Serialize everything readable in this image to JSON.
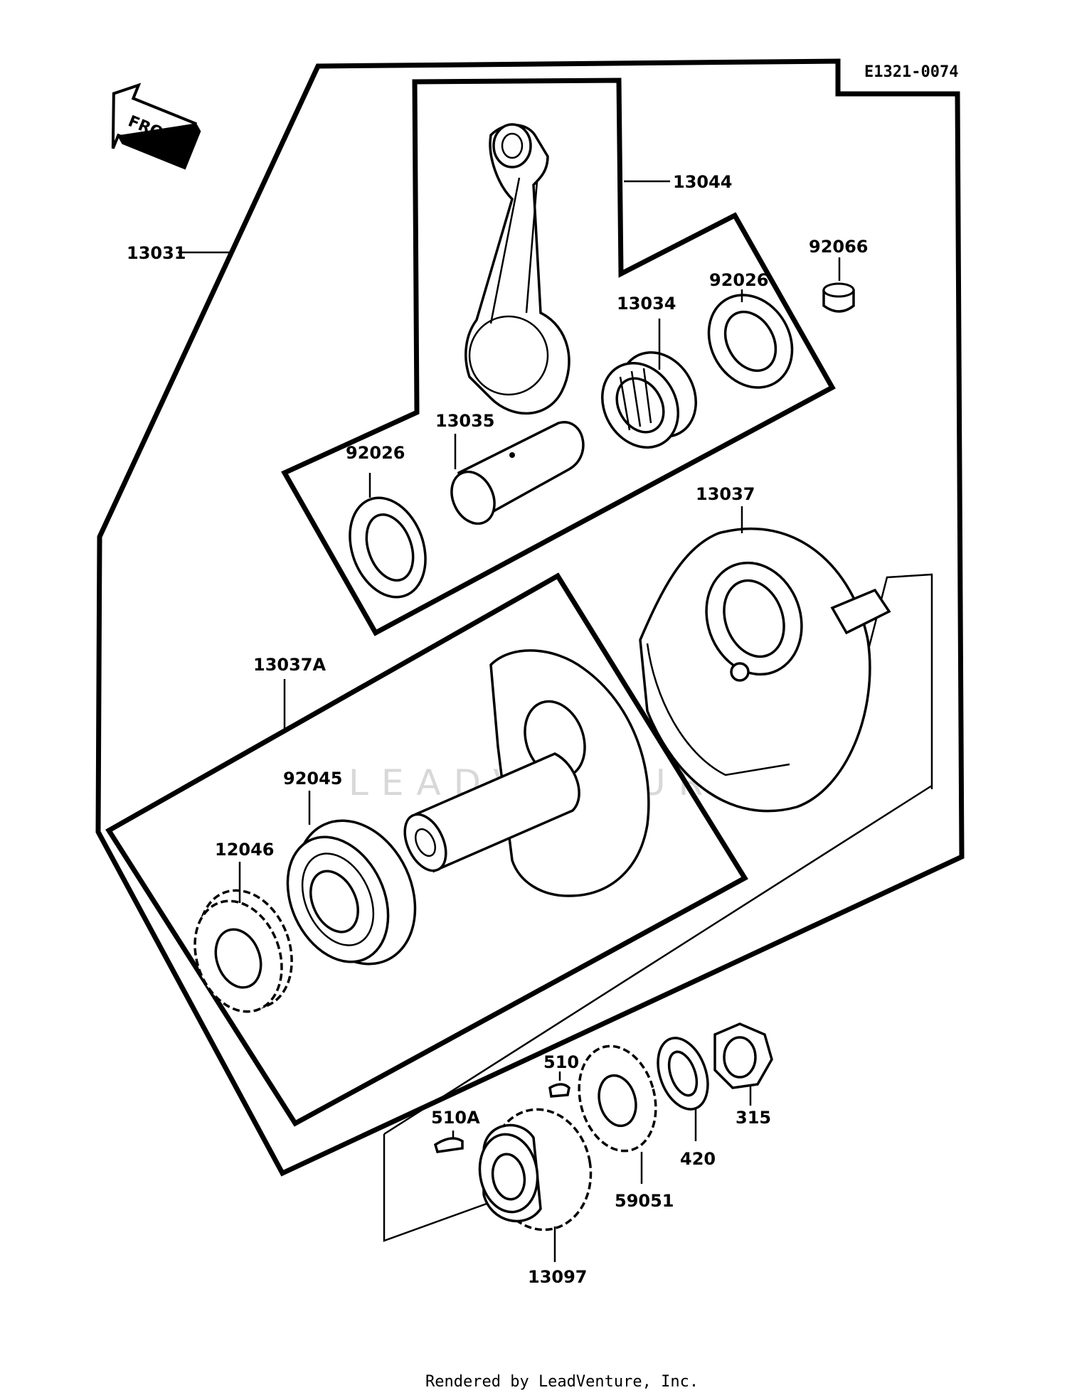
{
  "diagram_code": "E1321-0074",
  "front_label": "FRONT",
  "watermark": "LEADVENTURE",
  "footer": "Rendered by LeadVenture, Inc.",
  "part_labels": {
    "p13031": "13031",
    "p13044": "13044",
    "p92066": "92066",
    "p92026_top": "92026",
    "p13034": "13034",
    "p13035": "13035",
    "p92026_left": "92026",
    "p13037": "13037",
    "p13037A": "13037A",
    "p92045": "92045",
    "p12046": "12046",
    "p510": "510",
    "p510A": "510A",
    "p315": "315",
    "p420": "420",
    "p59051": "59051",
    "p13097": "13097"
  }
}
